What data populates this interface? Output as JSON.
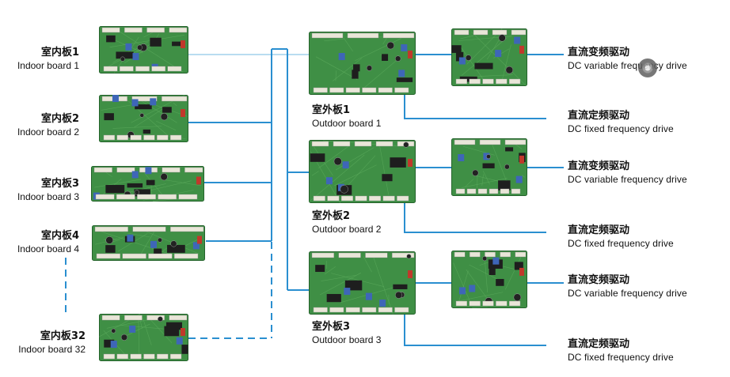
{
  "colors": {
    "wire": "#2a8fd0",
    "pcb_green": "#3f8f45",
    "pcb_dark": "#24632b",
    "chip": "#1e1e1e",
    "relay_blue": "#3e66b8",
    "connector_white": "#e9e6d8",
    "connector_red": "#c0392b"
  },
  "indoor_boards": [
    {
      "cn": "室内板1",
      "en": "Indoor board 1"
    },
    {
      "cn": "室内板2",
      "en": "Indoor board 2"
    },
    {
      "cn": "室内板3",
      "en": "Indoor board 3"
    },
    {
      "cn": "室内板4",
      "en": "Indoor board 4"
    },
    {
      "cn": "室内板32",
      "en": "Indoor board 32"
    }
  ],
  "outdoor_boards": [
    {
      "cn": "室外板1",
      "en": "Outdoor board 1"
    },
    {
      "cn": "室外板2",
      "en": "Outdoor board 2"
    },
    {
      "cn": "室外板3",
      "en": "Outdoor board 3"
    }
  ],
  "drives": {
    "variable": {
      "cn": "直流变频驱动",
      "en": "DC variable frequency drive"
    },
    "fixed": {
      "cn": "直流定频驱动",
      "en": "DC fixed frequency drive"
    }
  },
  "icons": {
    "pcb": "circuit-board-icon",
    "cursor": "cursor-indicator-icon"
  }
}
